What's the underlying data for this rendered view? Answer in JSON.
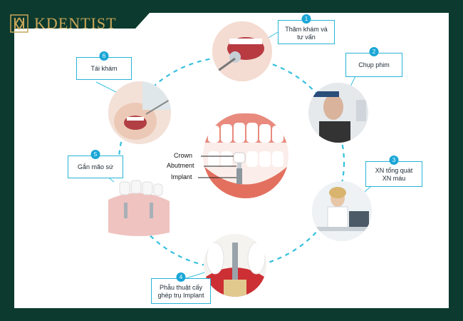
{
  "brand": {
    "name": "KDENTIST",
    "mark": "K|K"
  },
  "steps": [
    {
      "number": "1",
      "label_lines": [
        "Thăm khám và",
        "tư vấn"
      ]
    },
    {
      "number": "2",
      "label_lines": [
        "Chụp phim"
      ]
    },
    {
      "number": "3",
      "label_lines": [
        "XN tổng quát",
        "XN máu"
      ]
    },
    {
      "number": "4",
      "label_lines": [
        "Phẫu thuật cấy",
        "ghép trụ Implant"
      ]
    },
    {
      "number": "5",
      "label_lines": [
        "Gắn mão sứ"
      ]
    },
    {
      "number": "6",
      "label_lines": [
        "Tái khám"
      ]
    }
  ],
  "center": {
    "labels": {
      "crown": "Crown",
      "abutment": "Abutment",
      "implant": "Implant"
    }
  },
  "colors": {
    "accent": "#2ab3d8",
    "brand_gold": "#c9a65a",
    "frame": "#0c3a2e"
  }
}
